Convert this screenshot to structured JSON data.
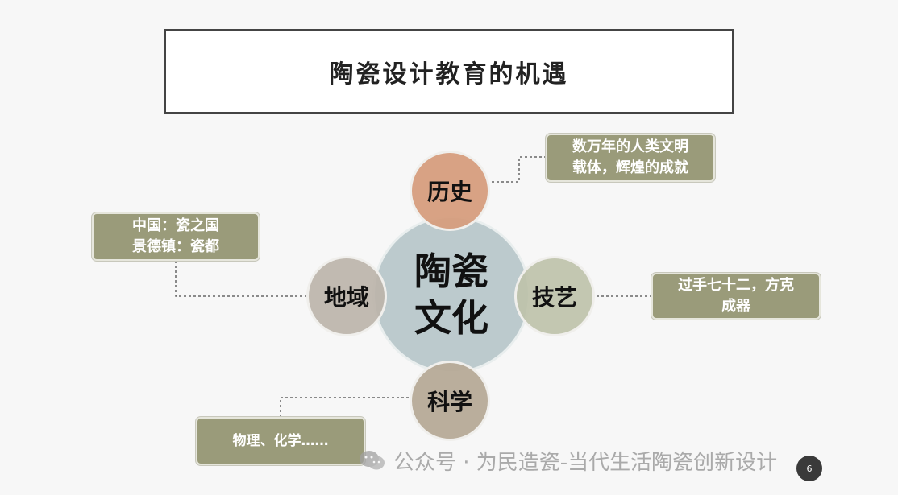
{
  "title": "陶瓷设计教育的机遇",
  "center": {
    "line1": "陶瓷",
    "line2": "文化"
  },
  "nodes": {
    "history": {
      "label": "历史",
      "note_line1": "数万年的人类文明",
      "note_line2": "载体，辉煌的成就"
    },
    "region": {
      "label": "地域",
      "note_line1": "中国：瓷之国",
      "note_line2": "景德镇：瓷都"
    },
    "craft": {
      "label": "技艺",
      "note_line1": "过手七十二，方克",
      "note_line2": "成器"
    },
    "science": {
      "label": "科学",
      "note_line1": "物理、化学……"
    }
  },
  "watermark": "公众号 · 为民造瓷-当代生活陶瓷创新设计",
  "page_number": "6",
  "colors": {
    "history": "#d69d7d",
    "region": "#bcb4aa",
    "craft": "#bec2aa",
    "science": "#b7ab98",
    "center": "#bccacd",
    "callout": "#9a9b7a"
  }
}
